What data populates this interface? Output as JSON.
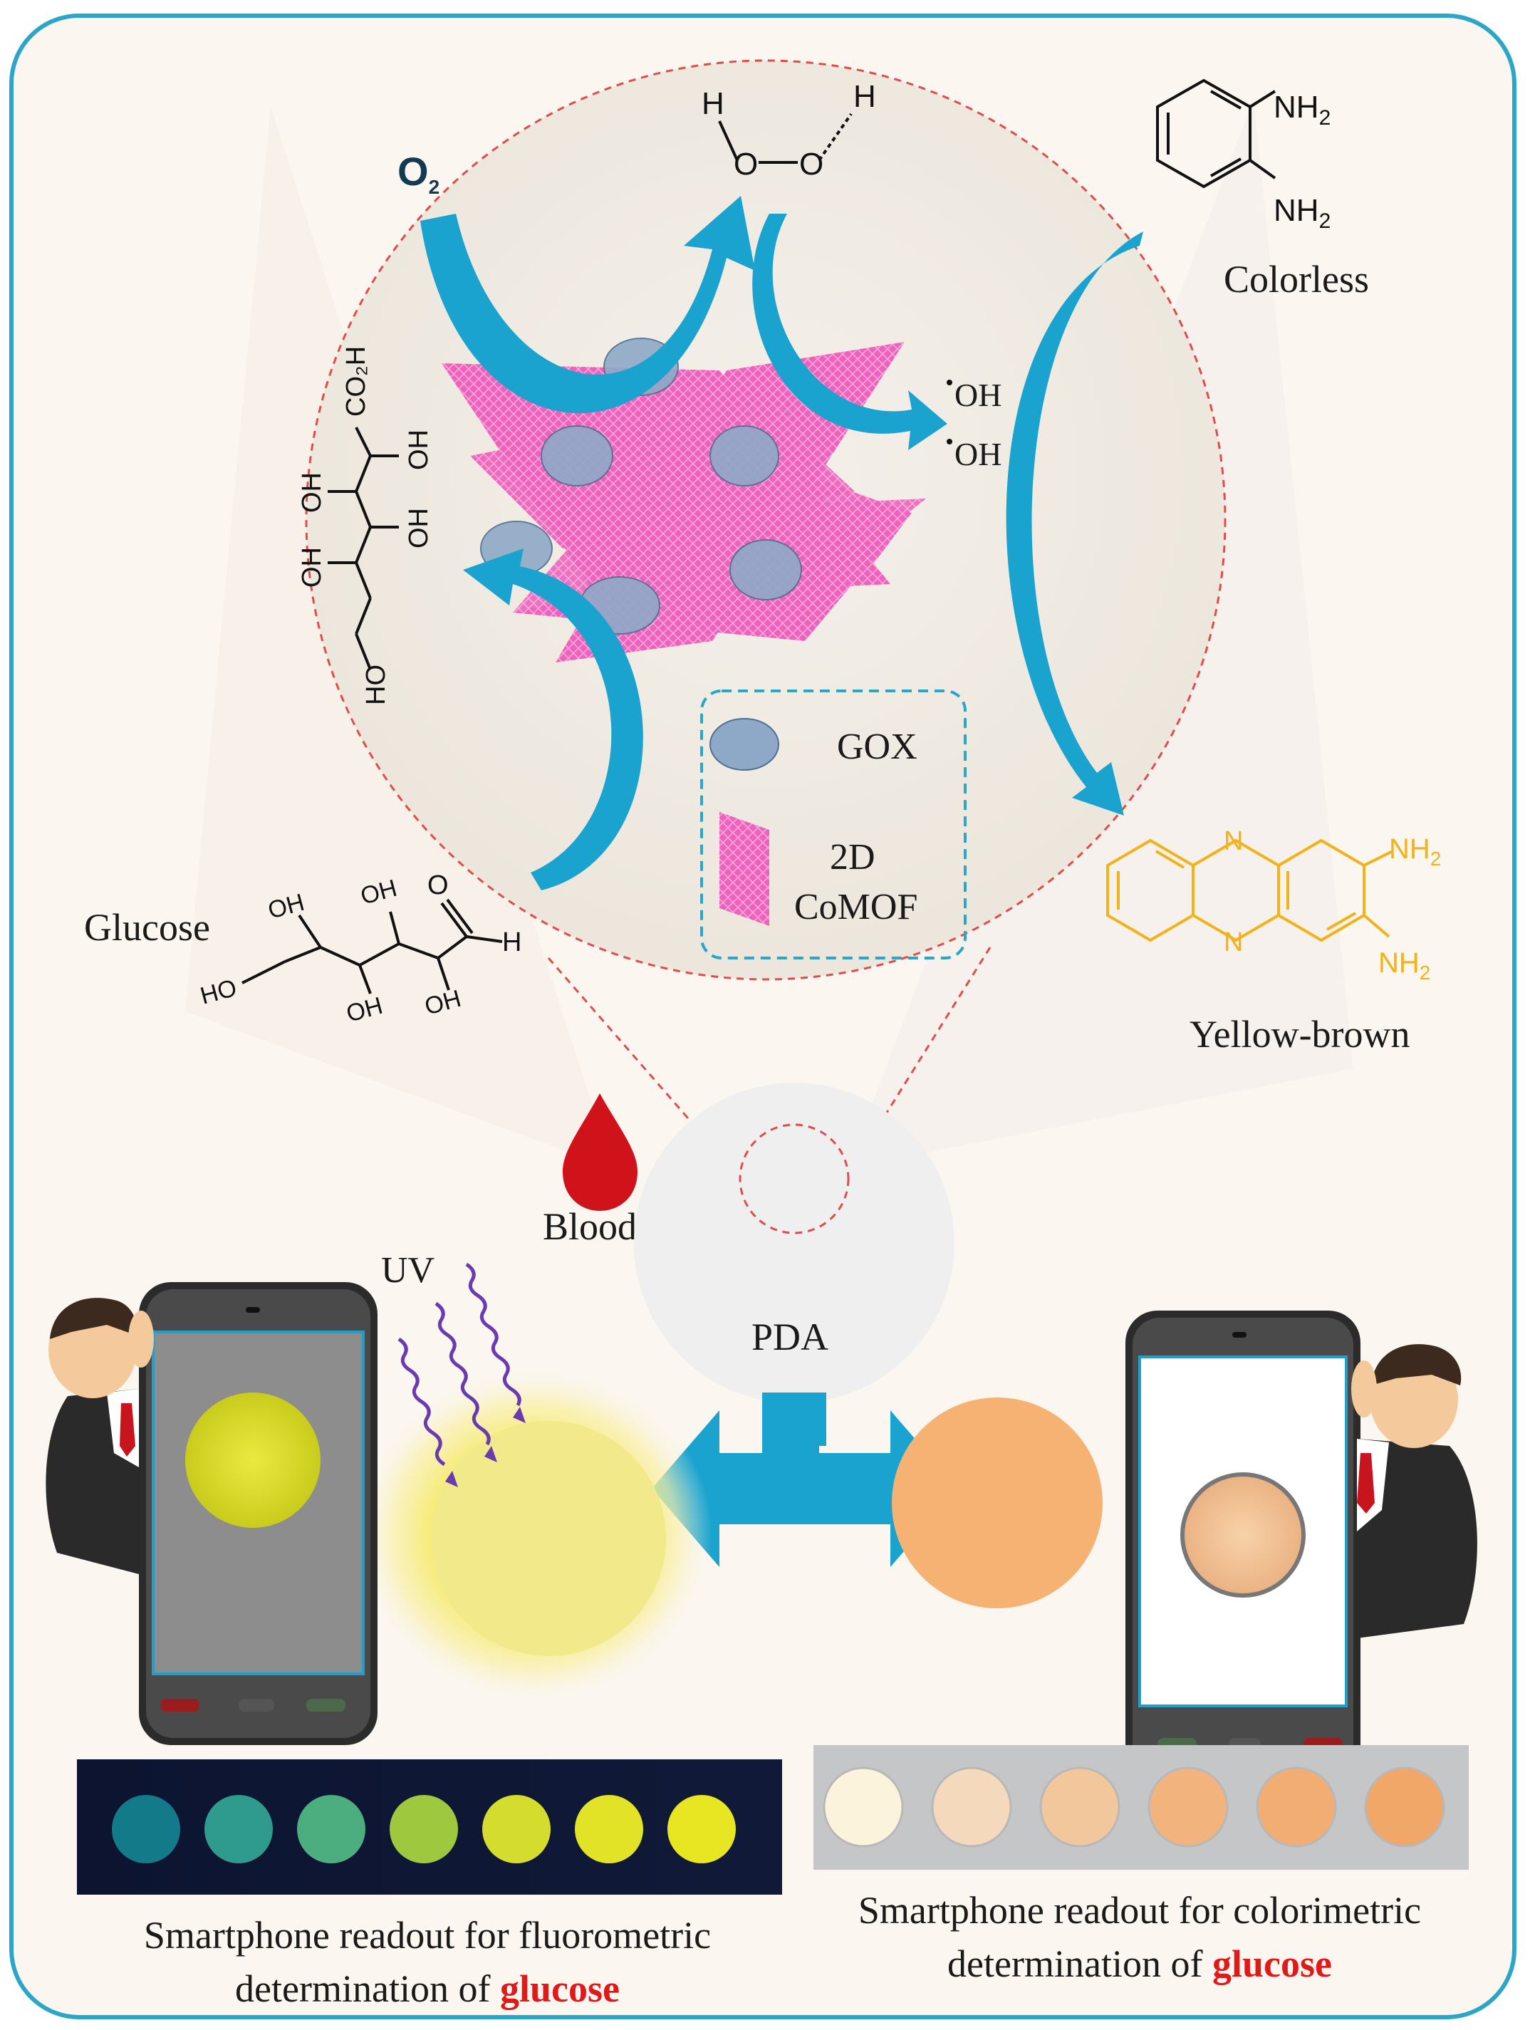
{
  "labels": {
    "o2": "O",
    "o2_sub": "2",
    "h": "H",
    "o": "O",
    "oh_radical": "OH",
    "nh2": "NH",
    "nh2_sub": "2",
    "n": "N",
    "colorless": "Colorless",
    "yellow_brown": "Yellow-brown",
    "glucose": "Glucose",
    "gox": "GOX",
    "comof_line1": "2D",
    "comof_line2": "CoMOF",
    "blood": "Blood",
    "uv": "UV",
    "pda": "PDA",
    "co2h": "CO₂H",
    "oh": "OH",
    "ho": "HO",
    "caption_left_line1": "Smartphone readout for fluorometric",
    "caption_left_line2_prefix": "determination of ",
    "caption_left_highlight": "glucose",
    "caption_right_line1": "Smartphone readout for colorimetric",
    "caption_right_line2_prefix": "determination of ",
    "caption_right_highlight": "glucose"
  },
  "strips": {
    "fluorometric_spots": 7,
    "colorimetric_spots": 6
  },
  "colors": {
    "frame": "#2aa6c8",
    "arrow": "#1aa3cf",
    "comof": "#ea5bb8",
    "blood": "#d0131b",
    "highlight": "#e11919",
    "product": "#f2b21a",
    "uv": "#6a3bb0",
    "orange_disk": "#f6b272",
    "yellow_glow": "#f7ec7a"
  }
}
